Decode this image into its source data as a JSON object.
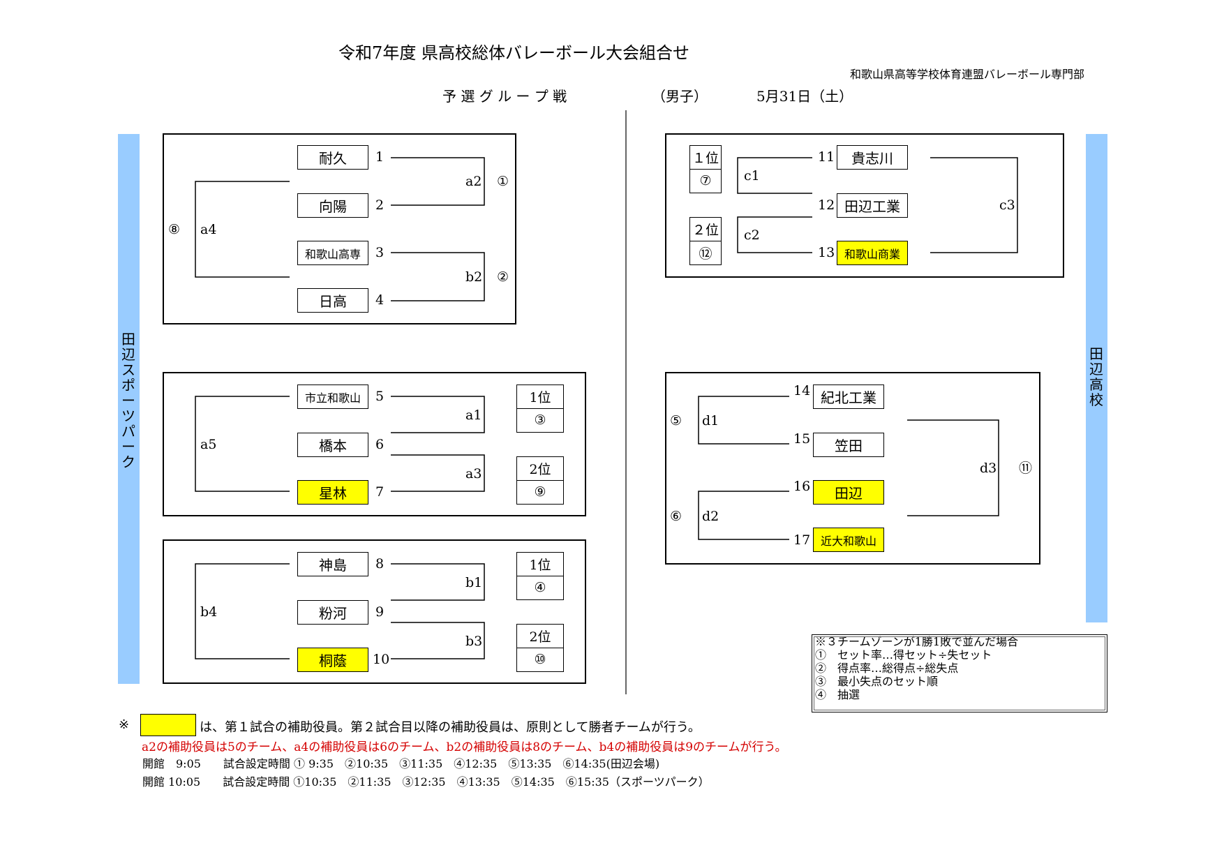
{
  "header": {
    "title": "令和7年度 県高校総体バレーボール大会組合せ",
    "organization": "和歌山県高等学校体育連盟バレーボール専門部",
    "stage": "予 選 グ ル ー プ 戦",
    "division": "（男子）",
    "date": "5月31日（土）"
  },
  "venues": {
    "left": "田辺スポーツパーク",
    "right": "田辺高校"
  },
  "colors": {
    "highlight": "#ffff00",
    "venue_bar": "#99ccff",
    "red_note": "#d40000"
  },
  "teams": {
    "t1": "耐久",
    "t2": "向陽",
    "t3": "和歌山高専",
    "t4": "日高",
    "t5": "市立和歌山",
    "t6": "橋本",
    "t7": "星林",
    "t8": "神島",
    "t9": "粉河",
    "t10": "桐蔭",
    "t11": "貴志川",
    "t12": "田辺工業",
    "t13": "和歌山商業",
    "t14": "紀北工業",
    "t15": "笠田",
    "t16": "田辺",
    "t17": "近大和歌山"
  },
  "highlighted_teams": [
    "星林",
    "桐蔭",
    "和歌山商業",
    "田辺",
    "近大和歌山"
  ],
  "seeds": {
    "s1": "1",
    "s2": "2",
    "s3": "3",
    "s4": "4",
    "s5": "5",
    "s6": "6",
    "s7": "7",
    "s8": "8",
    "s9": "9",
    "s10": "10",
    "s11": "11",
    "s12": "12",
    "s13": "13",
    "s14": "14",
    "s15": "15",
    "s16": "16",
    "s17": "17"
  },
  "matches": {
    "a1": "a1",
    "a2": "a2",
    "a3": "a3",
    "a4": "a4",
    "a5": "a5",
    "b1": "b1",
    "b2": "b2",
    "b3": "b3",
    "b4": "b4",
    "c1": "c1",
    "c2": "c2",
    "c3": "c3",
    "d1": "d1",
    "d2": "d2",
    "d3": "d3"
  },
  "match_numbers": {
    "m_a2": "①",
    "m_b2": "②",
    "m_a4": "⑧",
    "m_d1": "⑤",
    "m_d2": "⑥",
    "m_d3": "⑪"
  },
  "ranks": {
    "first": "1位",
    "second": "2位",
    "first_c": "１位",
    "second_c": "２位",
    "r_a_first": "③",
    "r_a_second": "⑨",
    "r_b_first": "④",
    "r_b_second": "⑩",
    "r_c_first": "⑦",
    "r_c_second": "⑫"
  },
  "tiebreak": {
    "heading": "※３チームゾーンが1勝1敗で並んだ場合",
    "rules": [
      "①　セット率…得セット÷失セット",
      "②　得点率…総得点÷総失点",
      "③　最小失点のセット順",
      "④　抽選"
    ]
  },
  "notes": {
    "asterisk": "※",
    "referee_note": "は、第１試合の補助役員。第２試合目以降の補助役員は、原則として勝者チームが行う。",
    "red_note": "a2の補助役員は5のチーム、a4の補助役員は6のチーム、b2の補助役員は8のチーム、b4の補助役員は9のチームが行う。",
    "schedule1": "開館　9:05　　試合設定時間 ① 9:35　②10:35　③11:35　④12:35　⑤13:35　⑥14:35(田辺会場)",
    "schedule2": "開館 10:05　　試合設定時間 ①10:35　②11:35　③12:35　④13:35　⑤14:35　⑥15:35（スポーツパーク）"
  }
}
